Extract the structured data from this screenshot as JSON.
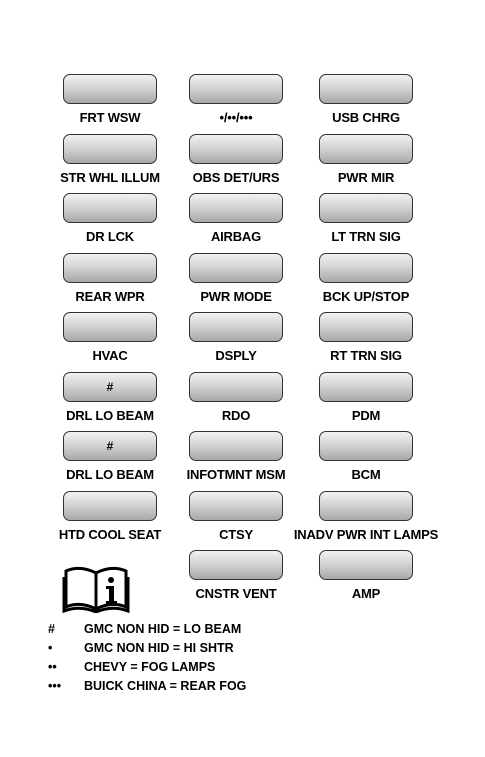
{
  "fuse_block": {
    "rows": [
      [
        {
          "label": "FRT WSW",
          "mark": ""
        },
        {
          "label": "•/••/•••",
          "mark": ""
        },
        {
          "label": "USB CHRG",
          "mark": ""
        }
      ],
      [
        {
          "label": "STR WHL ILLUM",
          "mark": ""
        },
        {
          "label": "OBS DET/URS",
          "mark": ""
        },
        {
          "label": "PWR MIR",
          "mark": ""
        }
      ],
      [
        {
          "label": "DR LCK",
          "mark": ""
        },
        {
          "label": "AIRBAG",
          "mark": ""
        },
        {
          "label": "LT TRN SIG",
          "mark": ""
        }
      ],
      [
        {
          "label": "REAR WPR",
          "mark": ""
        },
        {
          "label": "PWR MODE",
          "mark": ""
        },
        {
          "label": "BCK UP/STOP",
          "mark": ""
        }
      ],
      [
        {
          "label": "HVAC",
          "mark": ""
        },
        {
          "label": "DSPLY",
          "mark": ""
        },
        {
          "label": "RT TRN SIG",
          "mark": ""
        }
      ],
      [
        {
          "label": "DRL LO BEAM",
          "mark": "#"
        },
        {
          "label": "RDO",
          "mark": ""
        },
        {
          "label": "PDM",
          "mark": ""
        }
      ],
      [
        {
          "label": "DRL LO BEAM",
          "mark": "#"
        },
        {
          "label": "INFOTMNT MSM",
          "mark": ""
        },
        {
          "label": "BCM",
          "mark": ""
        }
      ],
      [
        {
          "label": "HTD COOL SEAT",
          "mark": ""
        },
        {
          "label": "CTSY",
          "mark": ""
        },
        {
          "label": "INADV PWR INT LAMPS",
          "mark": ""
        }
      ],
      [
        null,
        {
          "label": "CNSTR VENT",
          "mark": ""
        },
        {
          "label": "AMP",
          "mark": ""
        }
      ]
    ]
  },
  "info_icon": "book-info-icon",
  "legend": [
    {
      "symbol": "#",
      "text": "GMC NON HID = LO BEAM"
    },
    {
      "symbol": "•",
      "text": "GMC NON HID = HI SHTR"
    },
    {
      "symbol": "••",
      "text": "CHEVY = FOG LAMPS"
    },
    {
      "symbol": "•••",
      "text": "BUICK CHINA = REAR FOG"
    }
  ],
  "colors": {
    "fuse_light": "#f2f2f2",
    "fuse_dark": "#a8a8a8",
    "outline": "#333333"
  }
}
